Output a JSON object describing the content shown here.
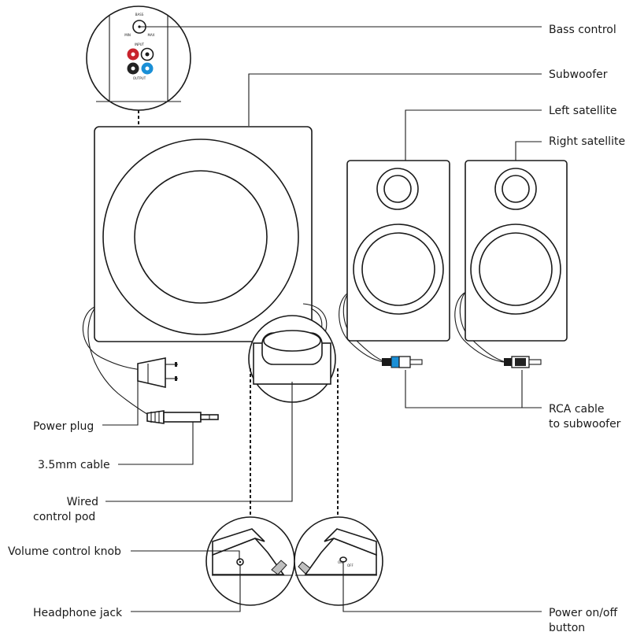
{
  "labels": {
    "bass_control": "Bass control",
    "subwoofer": "Subwoofer",
    "left_satellite": "Left satellite",
    "right_satellite": "Right satellite",
    "rca_cable_line1": "RCA cable",
    "rca_cable_line2": "to subwoofer",
    "power_plug": "Power plug",
    "cable_35mm": "3.5mm cable",
    "wired_pod_line1": "Wired",
    "wired_pod_line2": "control pod",
    "volume_knob": "Volume control knob",
    "headphone_jack": "Headphone jack",
    "power_button_line1": "Power on/off",
    "power_button_line2": "button"
  },
  "panel_text": {
    "bass": "BASS",
    "min": "MIN",
    "max": "MAX",
    "input": "INPUT",
    "output": "OUTPUT",
    "on": "ON",
    "off": "OFF"
  },
  "colors": {
    "rca_red": "#c8232c",
    "rca_white": "#c8c8c8",
    "rca_black": "#222222",
    "rca_blue": "#1a8fd6",
    "left_connector": "#1a8fd6",
    "right_connector": "#222222"
  }
}
